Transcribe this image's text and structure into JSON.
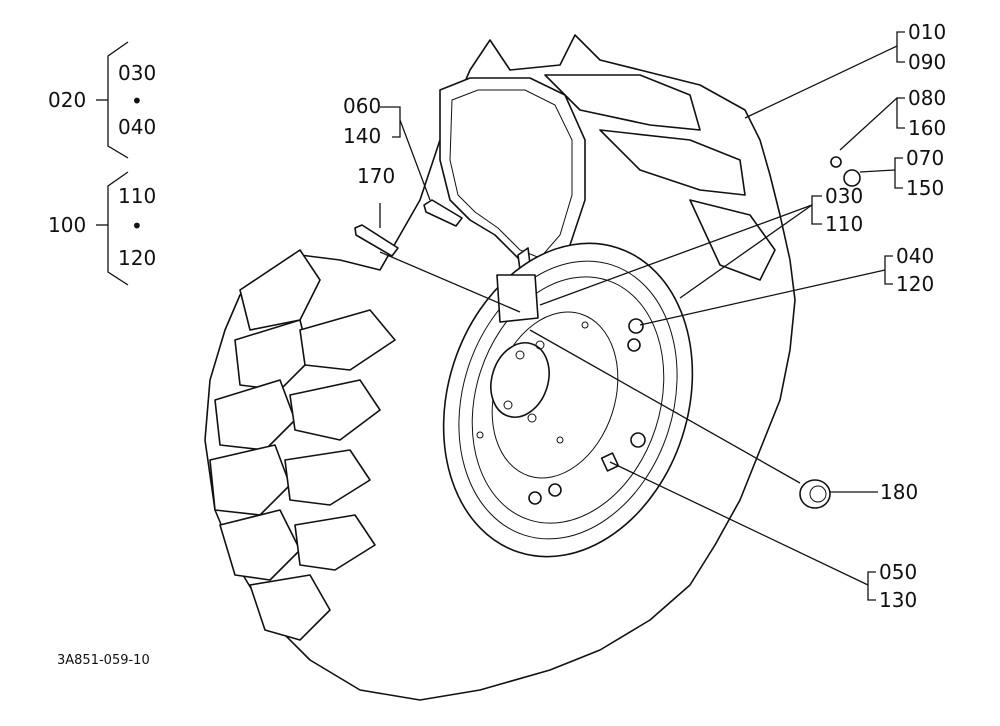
{
  "parts": {
    "p010": "010",
    "p090": "090",
    "p080": "080",
    "p160": "160",
    "p070": "070",
    "p150": "150",
    "p030": "030",
    "p110": "110",
    "p040": "040",
    "p120": "120",
    "p060": "060",
    "p140": "140",
    "p170": "170",
    "p180": "180",
    "p050": "050",
    "p130": "130"
  },
  "groups": {
    "g020": {
      "id": "020",
      "top": "030",
      "mid": "•",
      "bottom": "040"
    },
    "g100": {
      "id": "100",
      "top": "110",
      "mid": "•",
      "bottom": "120"
    }
  },
  "drawing_code": "3A851-059-10",
  "colors": {
    "ink": "#111111",
    "paper": "#ffffff"
  }
}
